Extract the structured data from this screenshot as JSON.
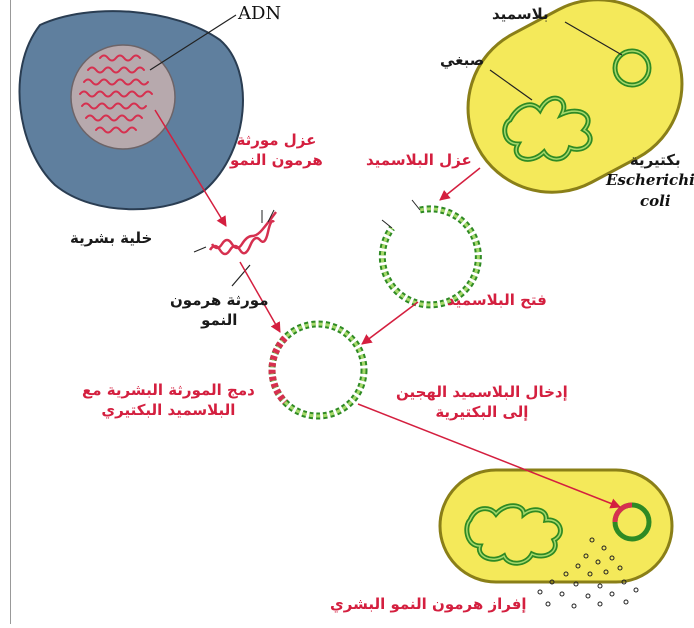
{
  "labels": {
    "adn": "ADN",
    "human_cell": "خلية بشرية",
    "isolate_gene_1": "عزل مورثة",
    "isolate_gene_2": "هرمون النمو",
    "gene_1": "مورثة هرمون",
    "gene_2": "النمو",
    "plasmid": "بلاسميد",
    "chromosome": "صبغي",
    "bacterium": "بكتيرية",
    "species_1": "Escherichia",
    "species_2": "coli",
    "isolate_plasmid": "عزل البلاسميد",
    "open_plasmid": "فتح البلاسميد",
    "merge_1": "دمج المورثة البشرية مع",
    "merge_2": "البلاسميد البكتيري",
    "insert_1": "إدخال البلاسميد الهجين",
    "insert_2": "إلى البكتيرية",
    "secretion": "إفراز هرمون النمو البشري"
  },
  "colors": {
    "cell_blue": "#5f7f9e",
    "nucleus": "#b7a9ad",
    "dna_red": "#d6304f",
    "bacterium_fill": "#f4e95a",
    "bacterium_border": "#8a7f18",
    "plasmid_green": "#2e8a24",
    "plasmid_light": "#a6d96a",
    "arrow": "#d41f3f"
  }
}
